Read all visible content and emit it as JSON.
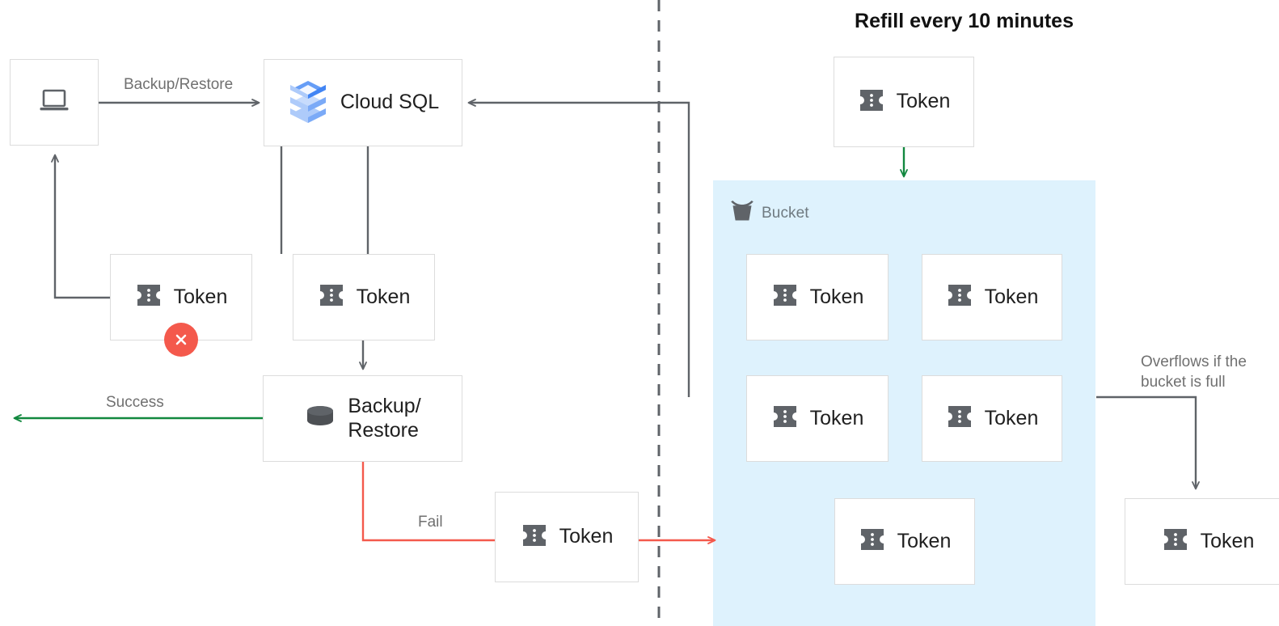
{
  "diagram": {
    "title": "Refill every 10 minutes",
    "colors": {
      "bucket_fill": "#DEF2FD",
      "box_border": "#DCDCDC",
      "edge_gray": "#5F6368",
      "edge_green": "#12883F",
      "edge_red": "#F4594C",
      "error_badge": "#F4594C",
      "icon_gray": "#5F6368",
      "text_gray": "#707070",
      "cloudsql_blue_dark": "#4285F4",
      "cloudsql_blue_mid": "#7BAAF7",
      "cloudsql_blue_light": "#AECBFA"
    },
    "nodes": {
      "client": {
        "label": "",
        "icon": "laptop-icon"
      },
      "cloudsql": {
        "label": "Cloud SQL",
        "icon": "cloud-sql-icon"
      },
      "token_left": {
        "label": "Token",
        "icon": "token-icon",
        "badge": "error-x"
      },
      "token_right": {
        "label": "Token",
        "icon": "token-icon"
      },
      "backup_restore": {
        "label": "Backup/\nRestore",
        "icon": "database-icon"
      },
      "token_fail": {
        "label": "Token",
        "icon": "token-icon"
      },
      "token_refill": {
        "label": "Token",
        "icon": "token-icon"
      },
      "token_overflow": {
        "label": "Token",
        "icon": "token-icon"
      }
    },
    "bucket": {
      "label": "Bucket",
      "icon": "bucket-icon",
      "tokens": [
        {
          "label": "Token",
          "icon": "token-icon"
        },
        {
          "label": "Token",
          "icon": "token-icon"
        },
        {
          "label": "Token",
          "icon": "token-icon"
        },
        {
          "label": "Token",
          "icon": "token-icon"
        },
        {
          "label": "Token",
          "icon": "token-icon"
        }
      ]
    },
    "edges": {
      "backup_restore_label": "Backup/Restore",
      "success_label": "Success",
      "fail_label": "Fail",
      "overflow_label": "Overflows if the\nbucket is full"
    }
  }
}
